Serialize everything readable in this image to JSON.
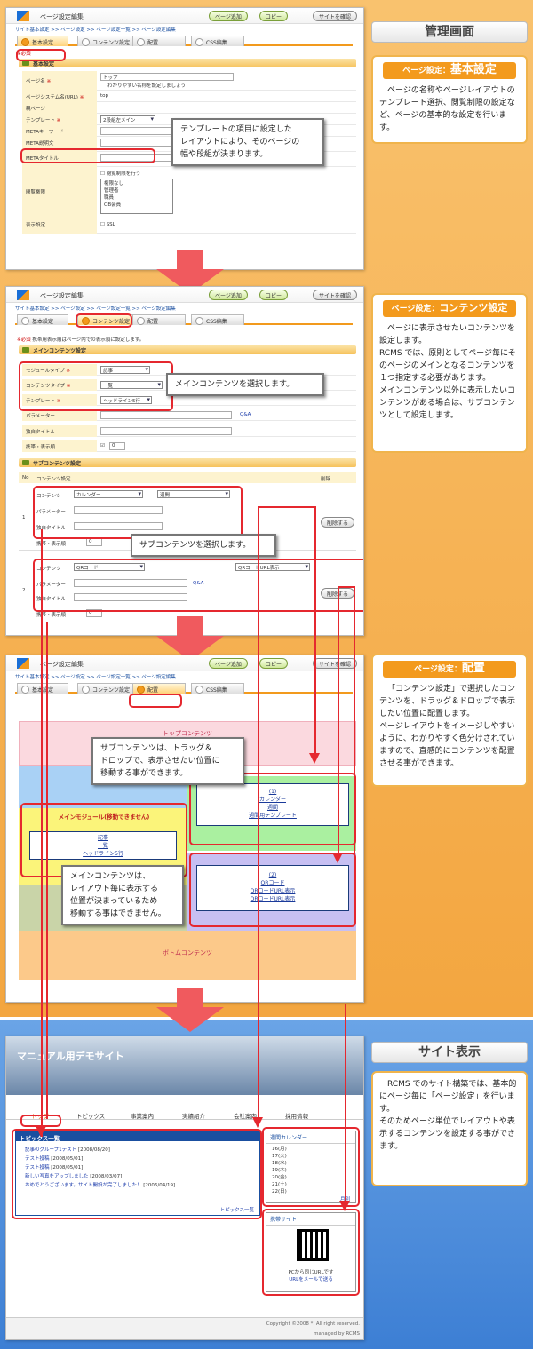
{
  "admin_heading": "管理画面",
  "site_heading": "サイト表示",
  "screen1": {
    "app_title": "ページ設定編集",
    "btn_add": "ページ追加",
    "btn_copy": "コピー",
    "btn_view": "サイトを確認",
    "breadcrumb": "サイト基本設定 >> ページ設定 >> ページ設定一覧 >> ページ設定編集",
    "tabs": [
      "基本設定",
      "コンテンツ設定",
      "配置",
      "CSS編集"
    ],
    "required_note": "※必須",
    "section_basic": "基本設定",
    "fields": {
      "page_name_label": "ページ名",
      "page_name_value": "トップ",
      "page_name_hint": "わかりやすい名称を設定しましょう",
      "system_name_label": "ページシステム名(URL)",
      "system_name_value": "top",
      "parent_label": "親ページ",
      "template_label": "テンプレート",
      "template_value": "2段組左メイン",
      "meta_keyword_label": "METAキーワード",
      "meta_desc_label": "META説明文",
      "meta_title_label": "METAタイトル",
      "access_label": "閲覧権限",
      "access_check": "閲覧制限を行う",
      "access_options": [
        "権限なし",
        "管理者",
        "職員",
        "OB会員"
      ],
      "display_label": "表示設定",
      "ssl_label": "SSL"
    },
    "tooltip": "テンプレートの項目に設定した\nレイアウトにより、そのページの\n幅や段組が決まります。"
  },
  "side1": {
    "header_prefix": "ページ設定：",
    "header_main": "基本設定",
    "body": "ページの名称やページレイアウトのテンプレート選択、閲覧制限の設定など、ページの基本的な設定を行います。"
  },
  "screen2": {
    "app_title": "ページ設定編集",
    "btn_add": "ページ追加",
    "btn_copy": "コピー",
    "btn_view": "サイトを確認",
    "breadcrumb": "サイト基本設定 >> ページ設定 >> ページ設定一覧 >> ページ設定編集",
    "tabs": [
      "基本設定",
      "コンテンツ設定",
      "配置",
      "CSS編集"
    ],
    "required_note": "※必須",
    "required_note2": "携帯用表示順はページ内での表示順に設定します。",
    "section_main": "メインコンテンツ設定",
    "module_label": "モジュールタイプ",
    "module_value": "記事",
    "content_label": "コンテンツタイプ",
    "content_value": "一覧",
    "template_label": "テンプレート",
    "template_value": "ヘッドライン5行",
    "param_label": "パラメーター",
    "qa": "Q&A",
    "sep_title_label": "独自タイトル",
    "mobile_label": "携帯・表示順",
    "mobile_value": "0",
    "section_sub": "サブコンテンツ設定",
    "col_no": "No",
    "col_content": "コンテンツ設定",
    "col_delete": "削除",
    "sub1": {
      "no": "1",
      "content_label": "コンテンツ",
      "content_value": "カレンダー",
      "type_value": "週間",
      "param_label": "パラメーター",
      "title_label": "独自タイトル",
      "mobile_label": "携帯・表示順",
      "mobile_value": "0",
      "delete": "削除する"
    },
    "sub2": {
      "no": "2",
      "content_label": "コンテンツ",
      "content_value": "QRコード",
      "type_value": "QRコードURL表示",
      "param_label": "パラメーター",
      "title_label": "独自タイトル",
      "mobile_label": "携帯・表示順",
      "mobile_value": "0",
      "delete": "削除する",
      "qa": "Q&A"
    },
    "tooltip_main": "メインコンテンツを選択します。",
    "tooltip_sub": "サブコンテンツを選択します。"
  },
  "side2": {
    "header_prefix": "ページ設定：",
    "header_main": "コンテンツ設定",
    "body": "ページに表示させたいコンテンツを設定します。\nRCMS では、原則としてページ毎にそのページのメインとなるコンテンツを１つ指定する必要があります。\nメインコンテンツ以外に表示したいコンテンツがある場合は、サブコンテンツとして設定します。"
  },
  "screen3": {
    "app_title": "ページ設定編集",
    "btn_add": "ページ追加",
    "btn_copy": "コピー",
    "btn_view": "サイトを確認",
    "breadcrumb": "サイト基本設定 >> ページ設定 >> ページ設定一覧 >> ページ設定編集",
    "tabs": [
      "基本設定",
      "コンテンツ設定",
      "配置",
      "CSS編集"
    ],
    "top_contents": "トップコンテンツ",
    "bottom_contents": "ボトムコンテンツ",
    "main_module": "メインモジュール(移動できません)",
    "main_items": [
      "記事",
      "一覧",
      "ヘッドライン5行"
    ],
    "sub1_items": [
      "(1)",
      "カレンダー",
      "週間",
      "週間用テンプレート"
    ],
    "sub2_items": [
      "(2)",
      "QRコード",
      "QRコードURL表示",
      "QRコードURL表示"
    ],
    "tooltip_sub": "サブコンテンツは、トラッグ＆\nドロップで、表示させたい位置に\n移動する事ができます。",
    "tooltip_main": "メインコンテンツは、\nレイアウト毎に表示する\n位置が決まっているため\n移動する事はできません。"
  },
  "side3": {
    "header_prefix": "ページ設定：",
    "header_main": "配置",
    "body": "「コンテンツ設定」で選択したコンテンツを、ドラッグ＆ドロップで表示したい位置に配置します。\nページレイアウトをイメージしやすいように、わかりやすく色分けされていますので、直感的にコンテンツを配置させる事ができます。"
  },
  "site": {
    "banner_title": "マニュアル用デモサイト",
    "nav": [
      "トップ",
      "トピックス",
      "事業案内",
      "実績紹介",
      "会社案内",
      "採用情報"
    ],
    "topics_title": "トピックス一覧",
    "topics": [
      {
        "text": "記事のグループ1テスト",
        "date": "[2008/08/20]"
      },
      {
        "text": "テスト投稿",
        "date": "[2008/05/01]"
      },
      {
        "text": "テスト投稿",
        "date": "[2008/05/01]"
      },
      {
        "text": "新しい写真をアップしました",
        "date": "[2008/03/07]"
      },
      {
        "text": "おめでとうございます。サイト開設が完了しました！",
        "date": "[2006/04/19]"
      }
    ],
    "topics_more": "トピックス一覧",
    "calendar_title": "週間カレンダー",
    "calendar_days": [
      "16(月)",
      "17(火)",
      "18(水)",
      "19(木)",
      "20(金)",
      "21(土)",
      "22(日)"
    ],
    "calendar_more": "月別",
    "mobile_title": "携帯サイト",
    "mobile_text1": "PCから同じURLです",
    "mobile_text2": "URLをメールで送る",
    "copyright": "Copyright ©2008 *. All right reserved.",
    "managed": "managed by RCMS"
  },
  "side4": {
    "body": "RCMS でのサイト構築では、基本的にページ毎に「ページ設定」を行います。\nそのためページ単位でレイアウトや表示するコンテンツを設定する事ができます。"
  },
  "colors": {
    "orange": "#f39a1d",
    "red": "#e5282f",
    "blue": "#3d7fd4"
  }
}
